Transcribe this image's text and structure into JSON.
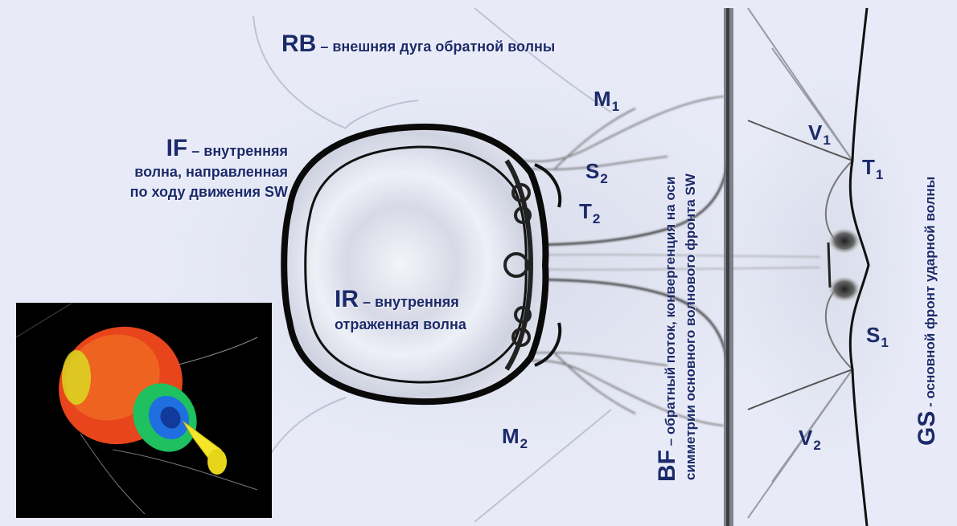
{
  "labels": {
    "rb": {
      "abbr": "RB",
      "text": " – внешняя дуга обратной волны"
    },
    "if": {
      "abbr": "IF",
      "line1": " – внутренняя",
      "line2": "волна, направленная",
      "line3": "по ходу движения SW"
    },
    "ir": {
      "abbr": "IR",
      "line1": " – внутренняя",
      "line2": "отраженная волна"
    },
    "bf": {
      "abbr": "BF",
      "line1": " – обратный поток, конвергенция на оси",
      "line2": "симметрии основного волнового фронта SW"
    },
    "gs": {
      "abbr": "GS",
      "text": " - основной фронт ударной волны"
    }
  },
  "symbols": {
    "m1": {
      "letter": "M",
      "sub": "1"
    },
    "m2": {
      "letter": "M",
      "sub": "2"
    },
    "s1": {
      "letter": "S",
      "sub": "1"
    },
    "s2": {
      "letter": "S",
      "sub": "2"
    },
    "t1": {
      "letter": "T",
      "sub": "1"
    },
    "t2": {
      "letter": "T",
      "sub": "2"
    },
    "v1": {
      "letter": "V",
      "sub": "1"
    },
    "v2": {
      "letter": "V",
      "sub": "2"
    }
  }
}
